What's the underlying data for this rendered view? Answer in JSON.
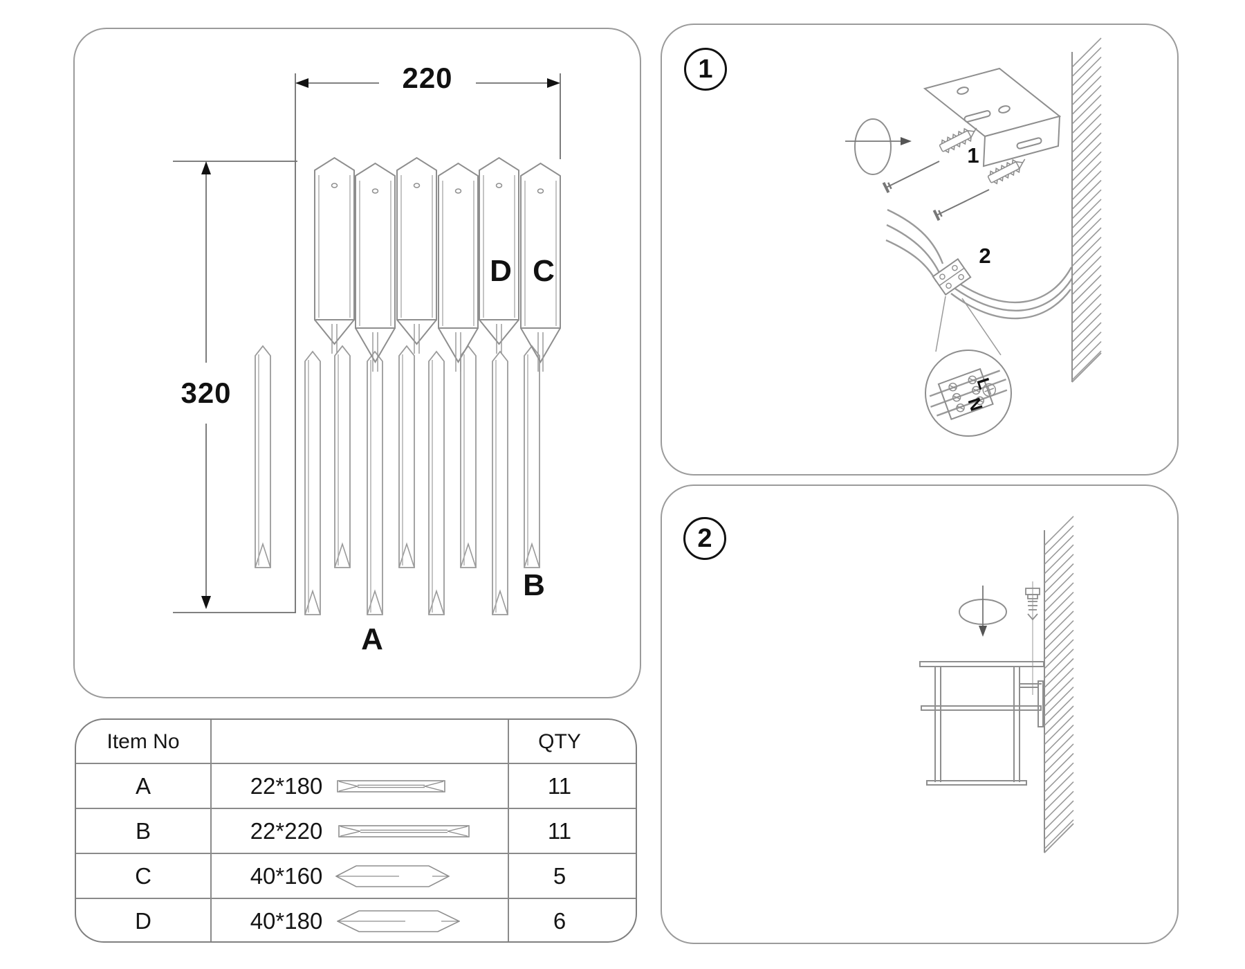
{
  "drawing": {
    "width_dim": "220",
    "height_dim": "320",
    "label_a": "A",
    "label_b": "B",
    "label_c": "C",
    "label_d": "D"
  },
  "parts_table": {
    "col_item": "Item No",
    "col_qty": "QTY",
    "rows": [
      {
        "item": "A",
        "size": "22*180",
        "qty": "11",
        "shape": "crystal-bar-narrow"
      },
      {
        "item": "B",
        "size": "22*220",
        "qty": "11",
        "shape": "crystal-bar-narrow"
      },
      {
        "item": "C",
        "size": "40*160",
        "qty": "5",
        "shape": "crystal-bar-wide"
      },
      {
        "item": "D",
        "size": "40*180",
        "qty": "6",
        "shape": "crystal-bar-wide"
      }
    ]
  },
  "steps": {
    "step1": {
      "number": "1",
      "marker_bracket": "1",
      "marker_wires": "2",
      "terminal": {
        "live": "L",
        "neutral": "N"
      }
    },
    "step2": {
      "number": "2"
    }
  },
  "colors": {
    "line": "#8e8e8e",
    "dim_line": "#6e6e6e",
    "text": "#111111",
    "panel_border": "#9b9b9b"
  }
}
